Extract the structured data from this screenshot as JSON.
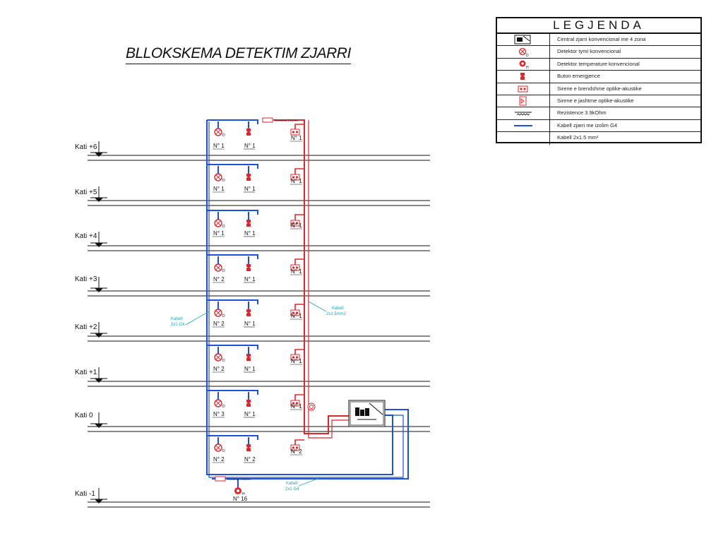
{
  "title": "BLLOKSKEMA DETEKTIM ZJARRI",
  "legend": {
    "title": "LEGJENDA",
    "items": [
      {
        "icon": "fire-control-panel-icon",
        "text": "Central zjarri konvencional me 4 zona"
      },
      {
        "icon": "smoke-detector-icon",
        "text": "Detektor tymi konvencional"
      },
      {
        "icon": "heat-detector-icon",
        "text": "Detektor temperature konvencional"
      },
      {
        "icon": "emergency-button-icon",
        "text": "Buton emergjence"
      },
      {
        "icon": "indoor-siren-icon",
        "text": "Sirene e brendshme optike-akustike"
      },
      {
        "icon": "outdoor-siren-icon",
        "text": "Sirene e jashtme optike-akustike"
      },
      {
        "icon": "resistor-icon",
        "text": "Rezistence 3.9kOhm"
      },
      {
        "icon": "blue-cable-line-icon",
        "text": "Kabell zjarri me izolim G4"
      },
      {
        "icon": "red-cable-line-icon",
        "text": "Kabell 2x1.5 mm²"
      }
    ]
  },
  "floors": [
    {
      "label": "Kati +6",
      "detectors": "N° 1",
      "buttons": "N° 1",
      "sirens": "N° 1"
    },
    {
      "label": "Kati +5",
      "detectors": "N° 1",
      "buttons": "N° 1",
      "sirens": "N° 1"
    },
    {
      "label": "Kati +4",
      "detectors": "N° 1",
      "buttons": "N° 1",
      "sirens": "N° 1"
    },
    {
      "label": "Kati +3",
      "detectors": "N° 2",
      "buttons": "N° 1",
      "sirens": "N° 1"
    },
    {
      "label": "Kati +2",
      "detectors": "N° 2",
      "buttons": "N° 1",
      "sirens": "N° 1"
    },
    {
      "label": "Kati +1",
      "detectors": "N° 2",
      "buttons": "N° 1",
      "sirens": "N° 1"
    },
    {
      "label": "Kati 0",
      "detectors": "N° 3",
      "buttons": "N° 1",
      "sirens": "N° 1"
    },
    {
      "label": "",
      "detectors": "N° 2",
      "buttons": "N° 2",
      "sirens": "N° 2"
    }
  ],
  "basement": {
    "label": "Kati -1",
    "heat_detectors": "N° 16"
  },
  "annotations": {
    "blue_cable": [
      "Kabell",
      "2x1 G4"
    ],
    "red_cable": [
      "Kabell",
      "2x1.5mm2"
    ],
    "blue_cable_lower": [
      "Kabell",
      "2x1 G4"
    ],
    "resistor_top": "Rezistence 3.9kOhm",
    "resistor_bottom": "Rezistence 3.9kOhm"
  },
  "colors": {
    "blue": "#1d4fd8",
    "red": "#e0262b",
    "cyan": "#19a6b8",
    "black": "#111111"
  }
}
